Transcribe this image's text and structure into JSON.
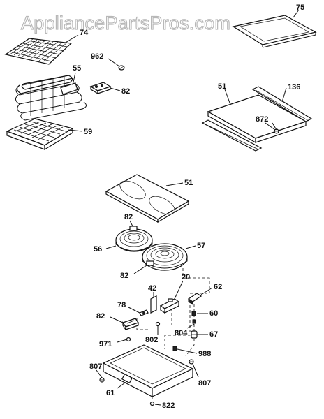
{
  "watermark": "AppliancePartsPros.com",
  "labels": {
    "p74": "74",
    "p75": "75",
    "p962": "962",
    "p55": "55",
    "p82a": "82",
    "p59": "59",
    "p51a": "51",
    "p136": "136",
    "p872": "872",
    "p51b": "51",
    "p82b": "82",
    "p56": "56",
    "p57": "57",
    "p82c": "82",
    "p20": "20",
    "p42": "42",
    "p62": "62",
    "p78": "78",
    "p60": "60",
    "p82d": "82",
    "p804": "804",
    "p67": "67",
    "p971": "971",
    "p802": "802",
    "p988": "988",
    "p807a": "807",
    "p807b": "807",
    "p61": "61",
    "p822": "822"
  }
}
